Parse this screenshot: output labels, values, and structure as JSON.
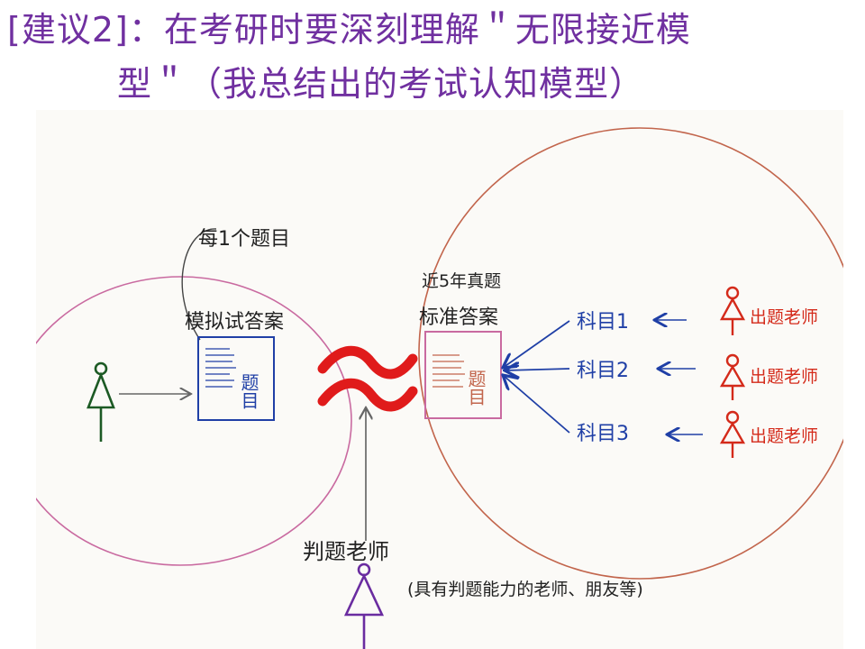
{
  "slide": {
    "title_line1": "[建议2]：在考研时要深刻理解＂无限接近模",
    "title_line2": "型＂（我总结出的考试认知模型）"
  },
  "diagram": {
    "left_annotation": "每1个题目",
    "left_paper_label": "模拟试答案",
    "paper_text": "题目",
    "approx_symbol": "≈",
    "right_top_note": "近5年真题",
    "right_paper_label": "标准答案",
    "subjects": [
      "科目1",
      "科目2",
      "科目3"
    ],
    "setter_label": "出题老师",
    "grader_label": "判题老师",
    "grader_note": "(具有判题能力的老师、朋友等)",
    "colors": {
      "title": "#7030a0",
      "left_circle": "#c96aa0",
      "right_circle": "#c2654c",
      "approx": "#e01b1b",
      "blue_ink": "#1f3fa6",
      "red_ink": "#d42a1a",
      "green_ink": "#1c5a24",
      "purple_ink": "#6a2ca0",
      "pencil": "#555555"
    }
  }
}
